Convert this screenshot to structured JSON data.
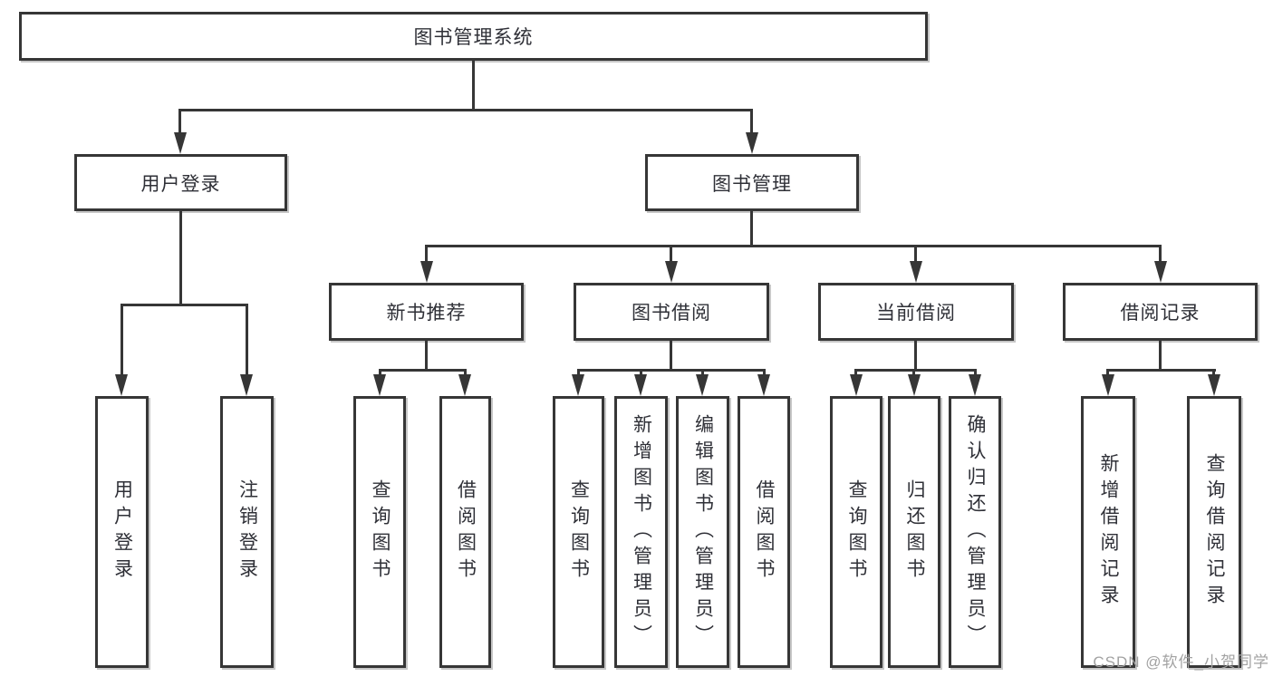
{
  "diagram": {
    "root": {
      "label": "图书管理系统"
    },
    "level2": [
      {
        "label": "用户登录",
        "parent": "图书管理系统"
      },
      {
        "label": "图书管理",
        "parent": "图书管理系统"
      }
    ],
    "level3": [
      {
        "label": "新书推荐",
        "parent": "图书管理"
      },
      {
        "label": "图书借阅",
        "parent": "图书管理"
      },
      {
        "label": "当前借阅",
        "parent": "图书管理"
      },
      {
        "label": "借阅记录",
        "parent": "图书管理"
      }
    ],
    "leaves": [
      {
        "label": "用户登录",
        "parent": "用户登录"
      },
      {
        "label": "注销登录",
        "parent": "用户登录"
      },
      {
        "label": "查询图书",
        "parent": "新书推荐"
      },
      {
        "label": "借阅图书",
        "parent": "新书推荐"
      },
      {
        "label": "查询图书",
        "parent": "图书借阅"
      },
      {
        "label": "新增图书（管理员）",
        "parent": "图书借阅"
      },
      {
        "label": "编辑图书（管理员）",
        "parent": "图书借阅"
      },
      {
        "label": "借阅图书",
        "parent": "图书借阅"
      },
      {
        "label": "查询图书",
        "parent": "当前借阅"
      },
      {
        "label": "归还图书",
        "parent": "当前借阅"
      },
      {
        "label": "确认归还（管理员）",
        "parent": "当前借阅"
      },
      {
        "label": "新增借阅记录",
        "parent": "借阅记录"
      },
      {
        "label": "查询借阅记录",
        "parent": "借阅记录"
      }
    ],
    "colors": {
      "line": "#363636",
      "text": "#2f3037",
      "watermark": "#a2a2a2",
      "background": "#ffffff"
    }
  },
  "watermark": {
    "text": "CSDN @软件_小贺同学"
  }
}
